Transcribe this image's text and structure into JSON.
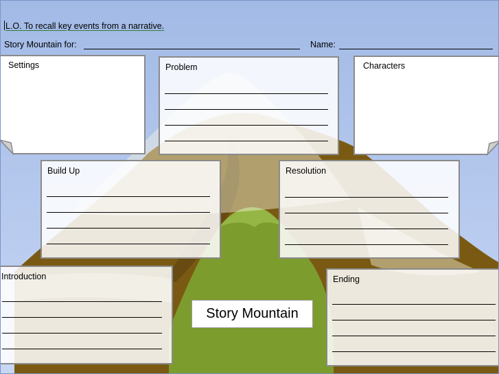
{
  "header": {
    "learning_objective": "L.O. To recall key events from a narrative.",
    "story_mountain_label": "Story Mountain for:",
    "name_label": "Name:"
  },
  "boxes": {
    "settings": "Settings",
    "problem": "Problem",
    "characters": "Characters",
    "build_up": "Build Up",
    "resolution": "Resolution",
    "introduction": "Introduction",
    "ending": "Ending"
  },
  "center_label": "Story Mountain",
  "colors": {
    "background": "#a2bae6",
    "mountain_brown": "#7a5a12",
    "mountain_green": "#7d9c2e",
    "box_border": "#8a8a8a"
  }
}
